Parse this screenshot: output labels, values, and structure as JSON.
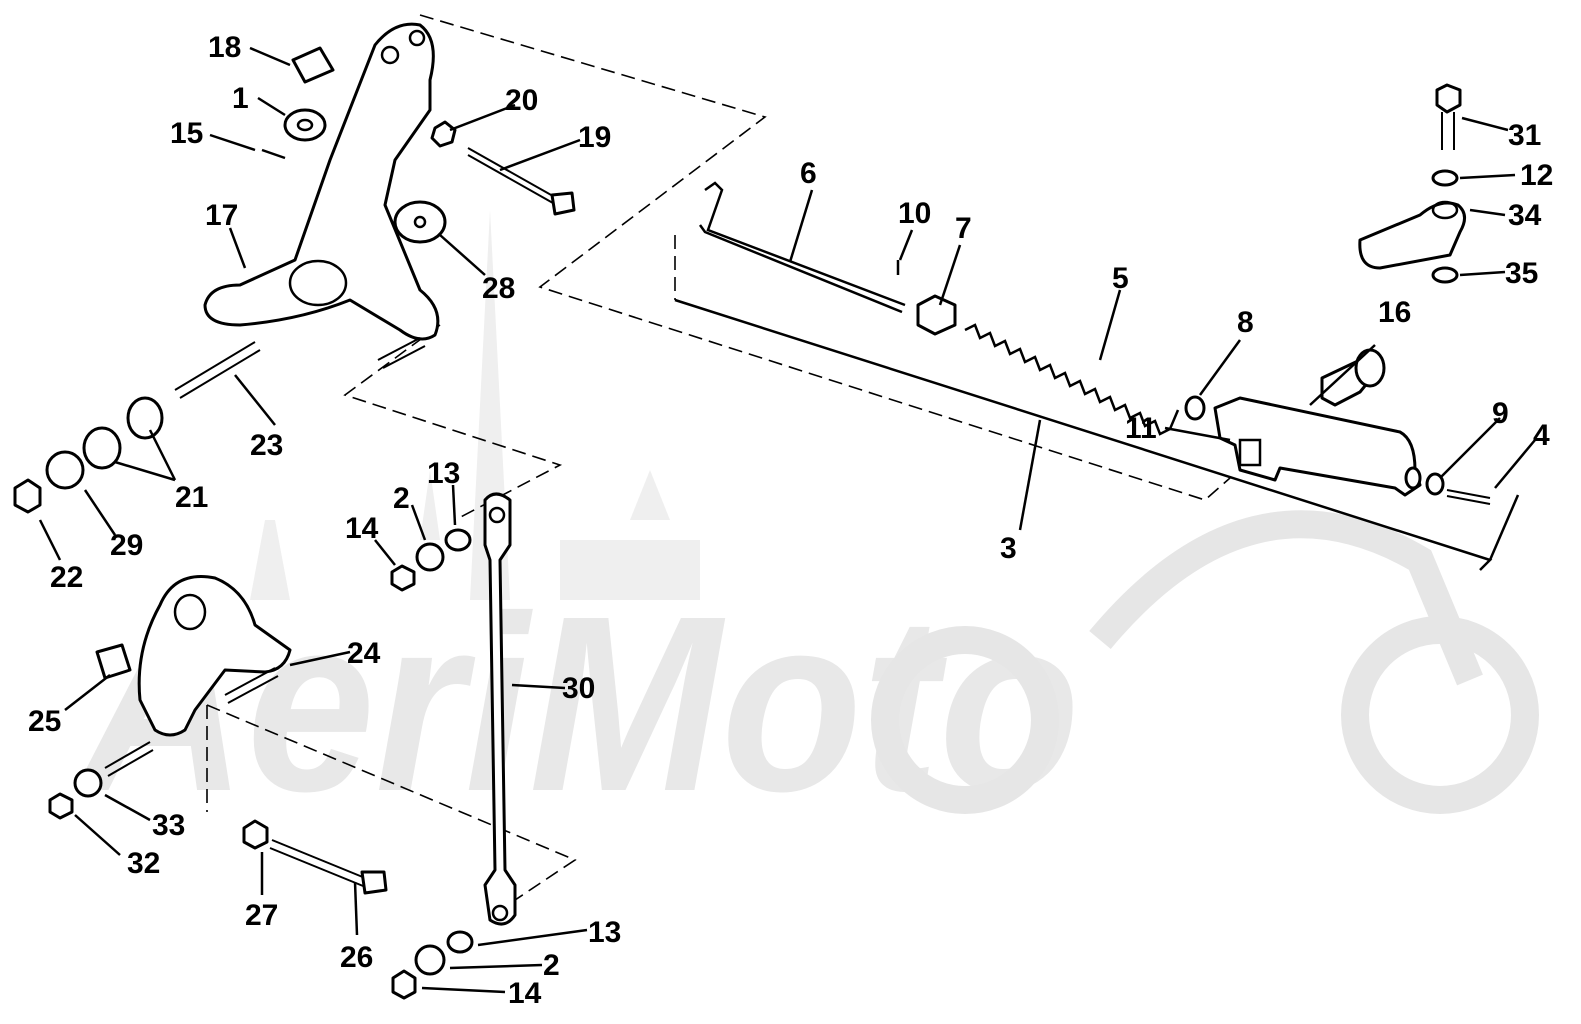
{
  "watermark": {
    "text": "AeriMoto",
    "color": "#e8e8e8"
  },
  "callouts": [
    "1",
    "2",
    "3",
    "4",
    "5",
    "6",
    "7",
    "8",
    "9",
    "10",
    "11",
    "12",
    "13",
    "14",
    "15",
    "16",
    "17",
    "18",
    "19",
    "20",
    "21",
    "22",
    "23",
    "24",
    "25",
    "26",
    "27",
    "28",
    "29",
    "30",
    "31",
    "32",
    "33",
    "34",
    "35"
  ]
}
